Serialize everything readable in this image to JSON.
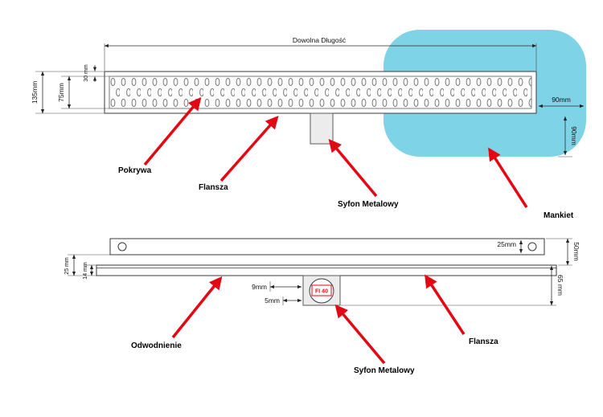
{
  "colors": {
    "arrow-red": "#e30613",
    "mankiet-blue": "#7fd3e6",
    "line-dark": "#3a3a3a"
  },
  "top_view": {
    "length_dim": "Dowolna Długość",
    "dims": {
      "total_width": "135mm",
      "grate_width": "75mm",
      "flange_lip": "30 mm",
      "cuff_right": "90mm",
      "cuff_bottom": "90mm"
    },
    "labels": {
      "cover": "Pokrywa",
      "flange": "Flansza",
      "siphon": "Syfon Metalowy",
      "cuff": "Mankiet"
    }
  },
  "side_view": {
    "dims": {
      "flange_height": "25mm",
      "edge_height": "50mm",
      "siphon_depth": "65 mm",
      "offset_top": "9mm",
      "offset_bottom": "5mm",
      "siphon_diameter": "FI 40",
      "left_outer": "25 mm",
      "left_inner": "14 mm"
    },
    "labels": {
      "drainage": "Odwodnienie",
      "siphon": "Syfon Metalowy",
      "flange": "Flansza"
    }
  }
}
